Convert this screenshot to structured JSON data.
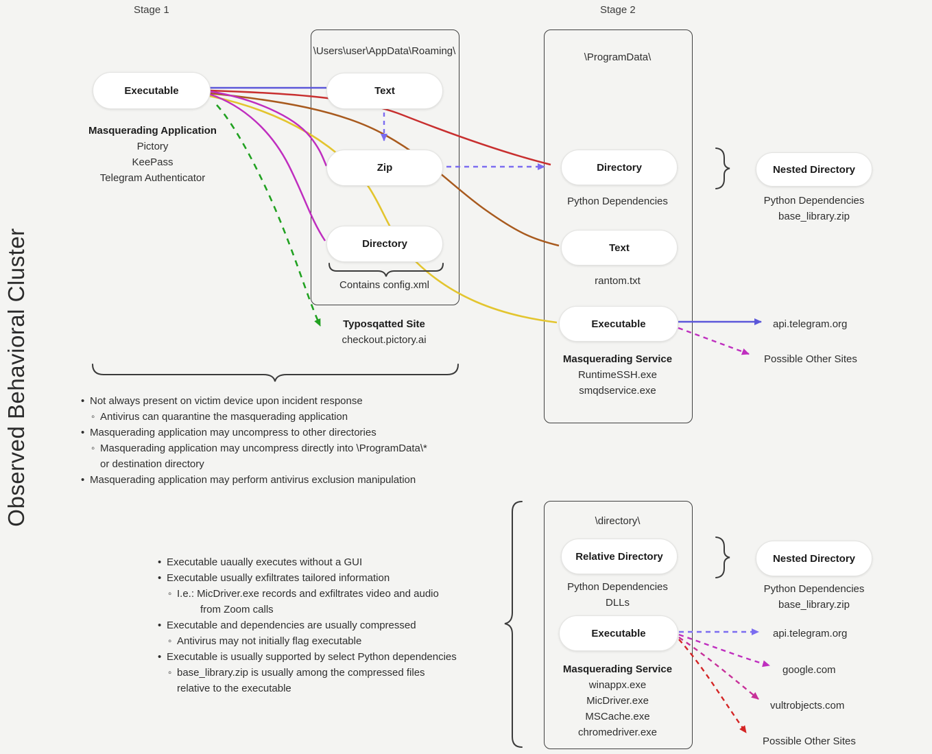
{
  "page": {
    "vertical_title": "Observed Behavioral Cluster",
    "stage1_label": "Stage 1",
    "stage2_label": "Stage 2"
  },
  "stage1": {
    "executable": "Executable",
    "masq_title": "Masquerading Application",
    "masq_items": [
      "Pictory",
      "KeePass",
      "Telegram Authenticator"
    ],
    "box_path": "\\Users\\user\\AppData\\Roaming\\",
    "node_text": "Text",
    "node_zip": "Zip",
    "node_directory": "Directory",
    "config_note": "Contains config.xml",
    "typosquat_title": "Typosqatted Site",
    "typosquat_url": "checkout.pictory.ai"
  },
  "stage2_top": {
    "box_path": "\\ProgramData\\",
    "node_directory": "Directory",
    "directory_note": "Python Dependencies",
    "node_text": "Text",
    "text_note": "rantom.txt",
    "node_executable": "Executable",
    "service_title": "Masquerading Service",
    "service_items": [
      "RuntimeSSH.exe",
      "smqdservice.exe"
    ],
    "nested_label": "Nested Directory",
    "nested_lines": [
      "Python Dependencies",
      "base_library.zip"
    ],
    "dest_primary": "api.telegram.org",
    "dest_other": "Possible Other Sites"
  },
  "notes1": {
    "lines": [
      {
        "m": "•",
        "t": "Not always present on victim device upon incident response"
      },
      {
        "m": "◦",
        "t": "Antivirus can quarantine the masquerading application"
      },
      {
        "m": "•",
        "t": "Masquerading application may uncompress to other directories"
      },
      {
        "m": "◦",
        "t": "Masquerading application may uncompress directly into \\ProgramData\\*"
      },
      {
        "m": "",
        "t": "or destination directory"
      },
      {
        "m": "•",
        "t": "Masquerading application may perform antivirus exclusion manipulation"
      }
    ]
  },
  "notes2": {
    "lines": [
      {
        "m": "•",
        "t": "Executable uaually executes without a GUI"
      },
      {
        "m": "•",
        "t": "Executable usually exfiltrates tailored information"
      },
      {
        "m": "◦",
        "t": "I.e.: MicDriver.exe records and exfiltrates video and audio"
      },
      {
        "m": "",
        "t": "from Zoom calls"
      },
      {
        "m": "•",
        "t": "Executable and dependencies are usually compressed"
      },
      {
        "m": "◦",
        "t": "Antivirus may not initially flag executable"
      },
      {
        "m": "•",
        "t": "Executable is usually supported by select Python dependencies"
      },
      {
        "m": "◦",
        "t": "base_library.zip is usually among the compressed files"
      },
      {
        "m": "",
        "t": "relative to the executable"
      }
    ]
  },
  "stage2_bottom": {
    "box_path": "\\directory\\",
    "node_relative_directory": "Relative Directory",
    "relative_notes": [
      "Python Dependencies",
      "DLLs"
    ],
    "node_executable": "Executable",
    "service_title": "Masquerading Service",
    "service_items": [
      "winappx.exe",
      "MicDriver.exe",
      "MSCache.exe",
      "chromedriver.exe"
    ],
    "nested_label": "Nested Directory",
    "nested_lines": [
      "Python Dependencies",
      "base_library.zip"
    ],
    "destinations": [
      "api.telegram.org",
      "google.com",
      "vultrobjects.com",
      "Possible Other Sites"
    ]
  },
  "colors": {
    "purple": "#5b57d9",
    "violet_dashed": "#7b6cf0",
    "red": "#c82f2f",
    "brown": "#a85a1e",
    "yellow": "#e3c52f",
    "magenta": "#bf2ebf",
    "green": "#21a121",
    "pink": "#c73099",
    "dark_red": "#d42424",
    "brace": "#3a3a3a"
  }
}
